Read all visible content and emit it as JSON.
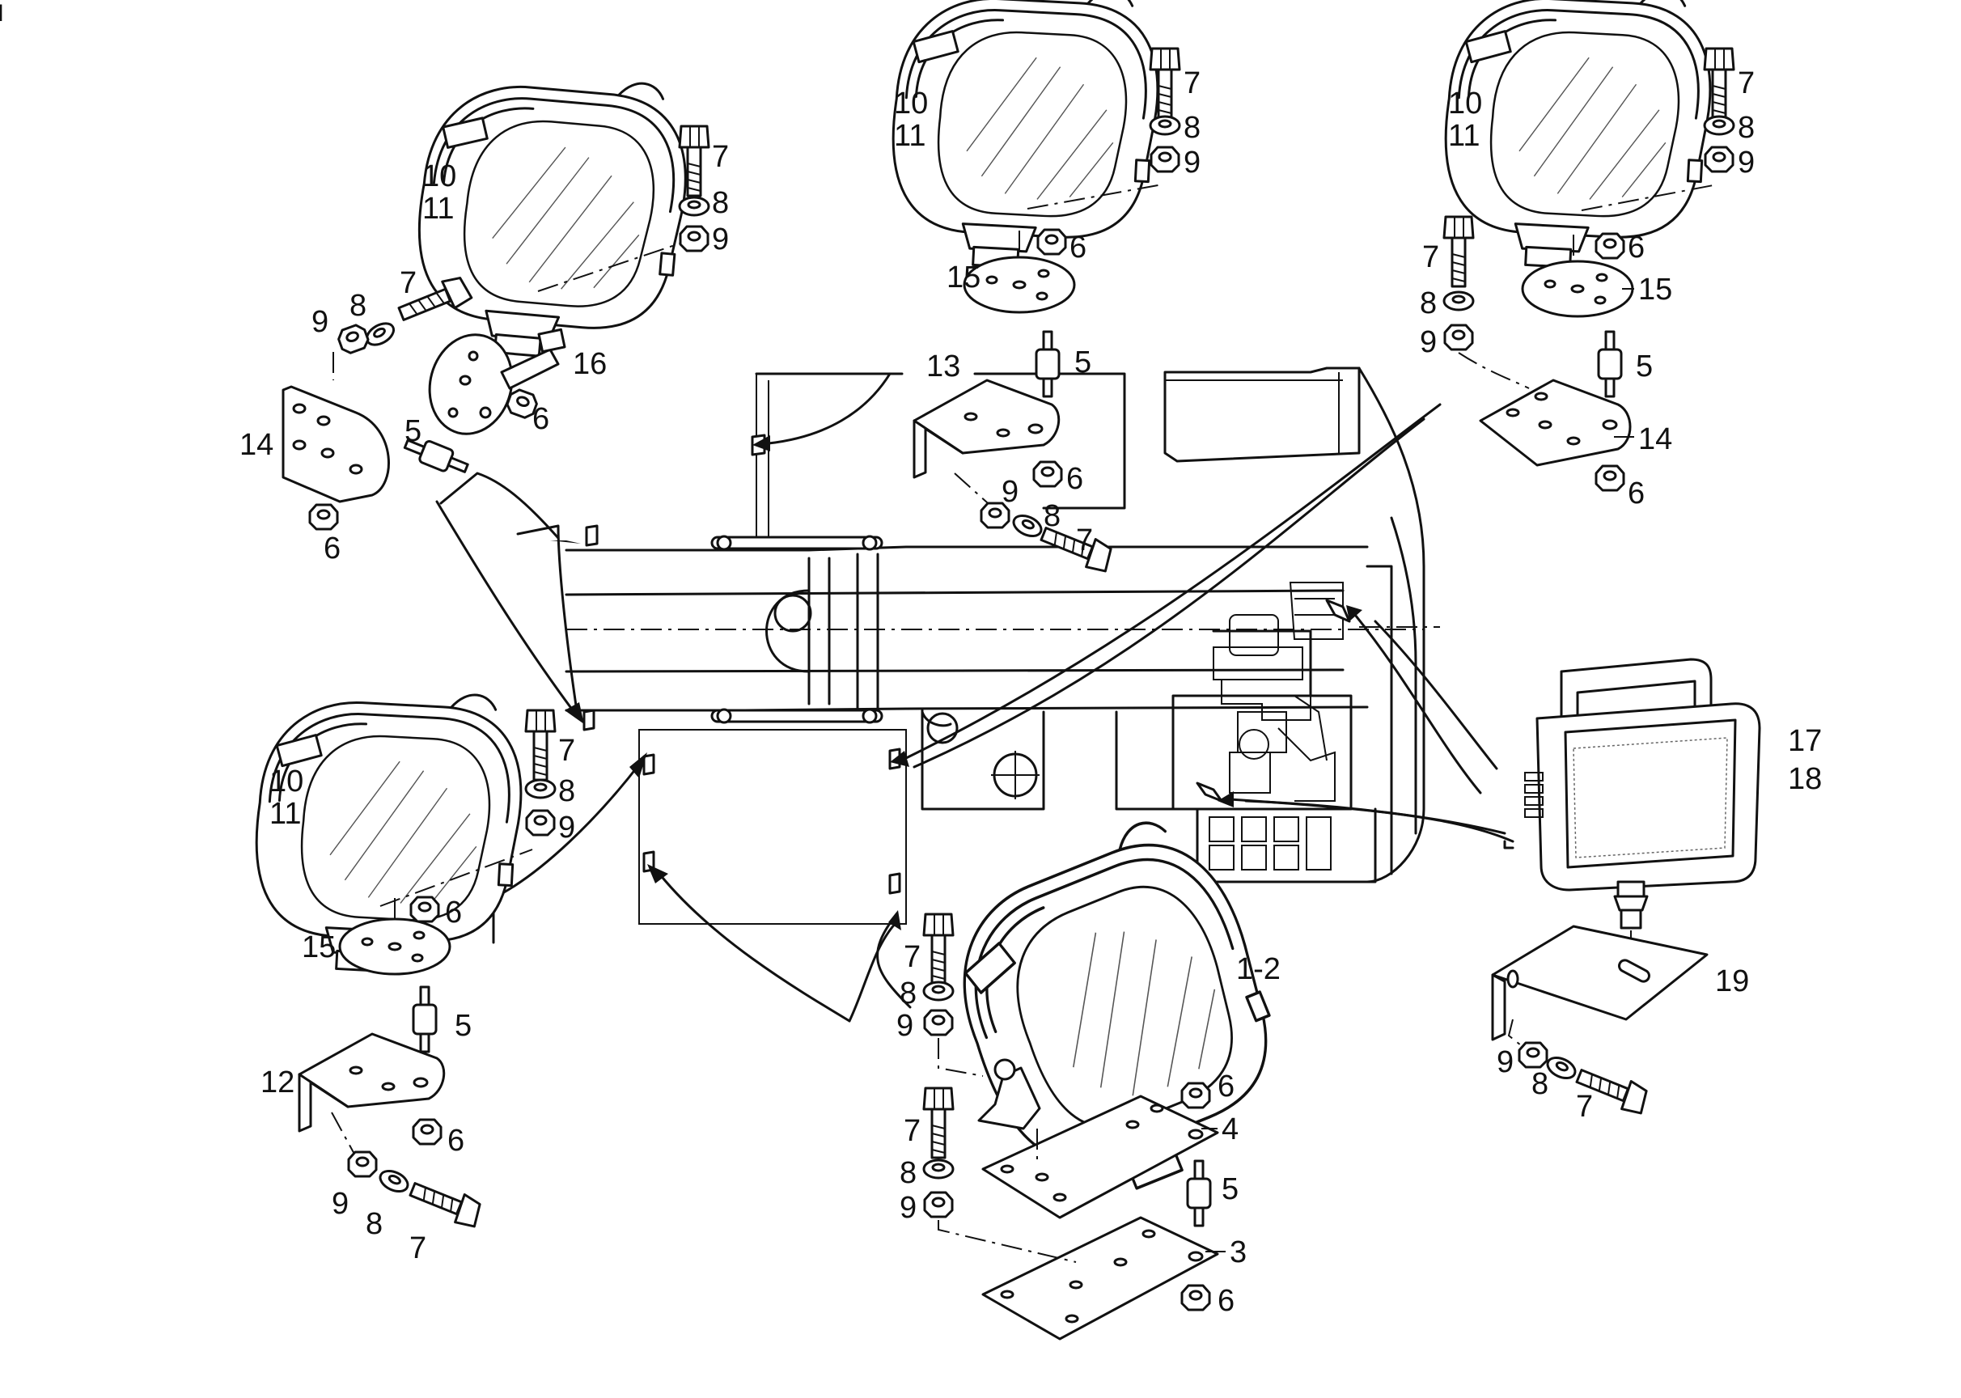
{
  "corner_mark": "I",
  "labels": {
    "l10": "10",
    "l11": "11",
    "l7": "7",
    "l8": "8",
    "l9": "9",
    "l6": "6",
    "l5": "5",
    "l12": "12",
    "l13": "13",
    "l14": "14",
    "l15": "15",
    "l16": "16",
    "l17": "17",
    "l18": "18",
    "l19": "19",
    "l1_2": "1-2",
    "l3": "3",
    "l4": "4"
  }
}
